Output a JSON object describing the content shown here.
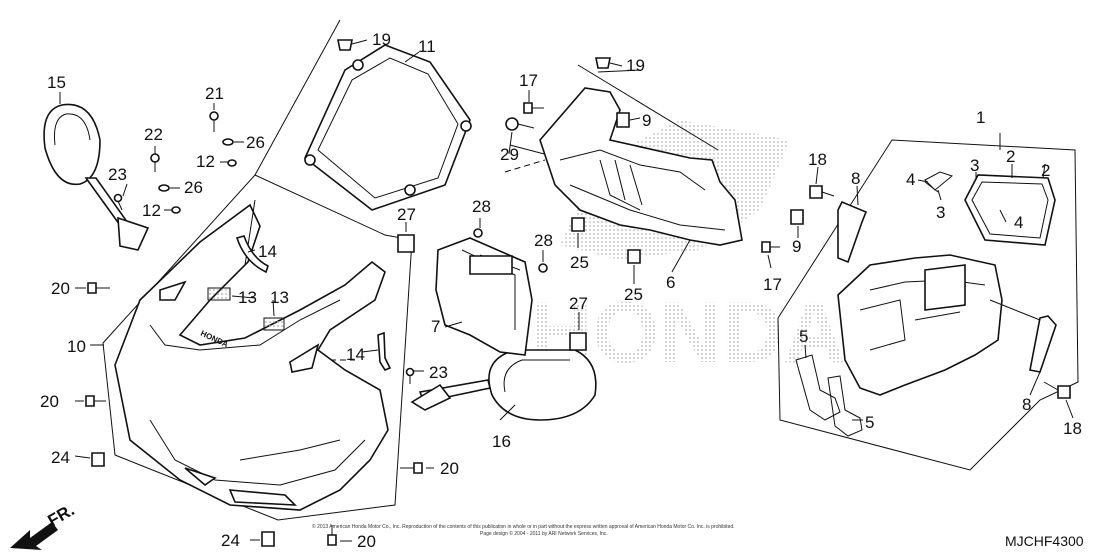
{
  "diagram": {
    "code": "MJCHF4300",
    "direction_label": "FR.",
    "brand_watermark": "HONDA",
    "copyright_line1": "© 2013 American Honda Motor Co., Inc. Reproduction of the contents of this publication in whole or in part without the express written approval of American Honda Motor Co. Inc. is prohibited.",
    "copyright_line2": "Page design © 2004 - 2011 by ARI Network Services, Inc.",
    "panel_emblem": "HONDA",
    "callouts": {
      "c1": "1",
      "c2a": "2",
      "c2b": "2",
      "c3a": "3",
      "c3b": "3",
      "c4a": "4",
      "c4b": "4",
      "c5a": "5",
      "c5b": "5",
      "c6": "6",
      "c7": "7",
      "c8a": "8",
      "c8b": "8",
      "c9a": "9",
      "c9b": "9",
      "c10": "10",
      "c11": "11",
      "c12a": "12",
      "c12b": "12",
      "c13a": "13",
      "c13b": "13",
      "c14a": "14",
      "c14b": "14",
      "c15": "15",
      "c16": "16",
      "c17a": "17",
      "c17b": "17",
      "c18a": "18",
      "c18b": "18",
      "c19a": "19",
      "c19b": "19",
      "c20a": "20",
      "c20b": "20",
      "c20c": "20",
      "c20d": "20",
      "c21": "21",
      "c22": "22",
      "c23a": "23",
      "c23b": "23",
      "c24a": "24",
      "c24b": "24",
      "c25a": "25",
      "c25b": "25",
      "c26a": "26",
      "c26b": "26",
      "c27a": "27",
      "c27b": "27",
      "c28a": "28",
      "c28b": "28",
      "c29": "29"
    }
  }
}
